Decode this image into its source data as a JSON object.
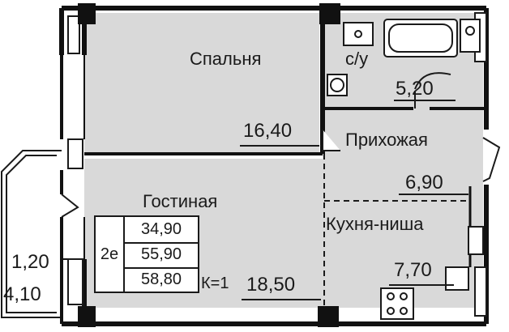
{
  "rooms": {
    "bedroom": {
      "name": "Спальня",
      "area": "16,40"
    },
    "bathroom": {
      "name": "с/у",
      "area": "5,20"
    },
    "hallway": {
      "name": "Прихожая",
      "area": "6,90"
    },
    "living": {
      "name": "Гостиная",
      "area": "18,50"
    },
    "kitchen": {
      "name": "Кухня-ниша",
      "area": "7,70"
    },
    "balcony": {
      "area_full": "4,10",
      "area_reduced": "1,20"
    }
  },
  "summary": {
    "rooms_count": "2е",
    "living_area": "34,90",
    "total_area": "55,90",
    "total_with_balcony": "58,80",
    "coefficient": "К=1"
  },
  "colors": {
    "room_fill": "#d9d9d9",
    "wall": "#111111",
    "line": "#1a1a1a"
  }
}
